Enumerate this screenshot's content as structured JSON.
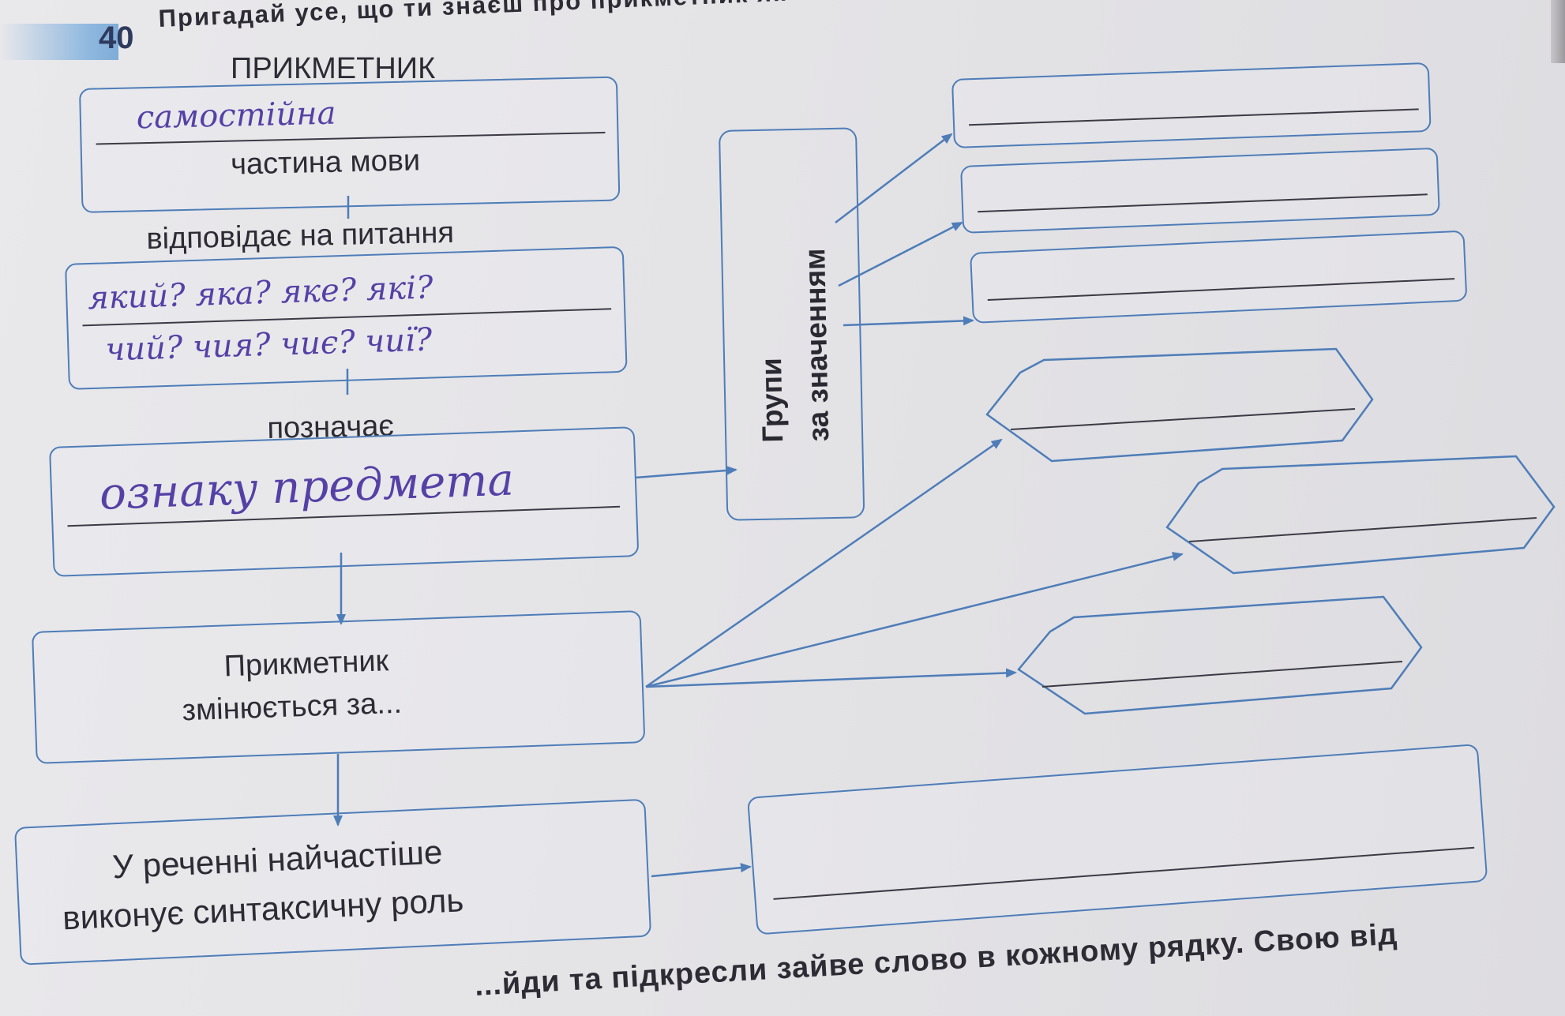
{
  "exercise": {
    "number": "40",
    "instruction": "Пригадай усе, що ти знаєш про прикметник як части"
  },
  "scheme": {
    "title": "ПРИКМЕТНИК",
    "part_of_speech": {
      "handwritten": "самостійна",
      "caption": "частина мови"
    },
    "questions": {
      "label": "відповідає на питання",
      "handwritten_line1": "який? яка? яке? які?",
      "handwritten_line2": "чий? чия? чиє? чиї?"
    },
    "meaning": {
      "label": "позначає",
      "handwritten": "ознаку предмета"
    },
    "groups_label_line1": "Групи",
    "groups_label_line2": "за значенням",
    "changes_line1": "Прикметник",
    "changes_line2": "змінюється за...",
    "role_line1": "У реченні найчастіше",
    "role_line2": "виконує синтаксичну роль"
  },
  "footer": {
    "text": "...йди та підкресли зайве слово в кожному рядку. Свою від"
  },
  "colors": {
    "box_border": "#4e7db8",
    "handwriting_ink": "#5541a6",
    "text": "#2d2b33",
    "task_stripe": "#8fb8df"
  }
}
